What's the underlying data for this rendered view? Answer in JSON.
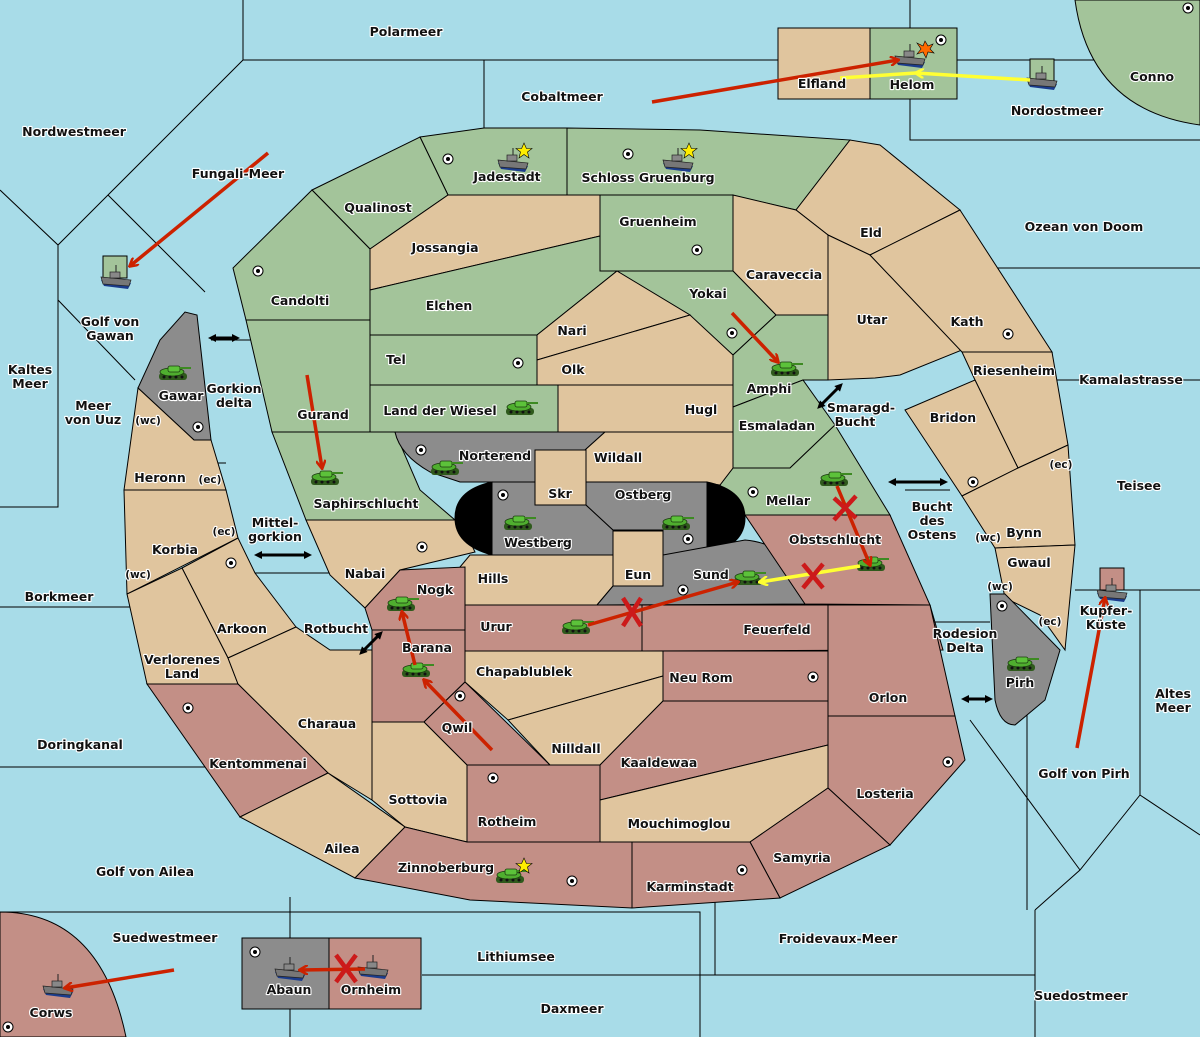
{
  "map": {
    "colors": {
      "sea": "#a8dce8",
      "green_power": "#a3c49a",
      "neutral": "#e0c59e",
      "red_power": "#c38f86",
      "grey_power": "#8c8c8c",
      "move_order": "#cc2200",
      "support_order": "#ffff33",
      "failed_order": "#cc2200",
      "supply_center_star": "#ffee00"
    },
    "sea_labels": [
      {
        "id": "polarmeer",
        "text": "Polarmeer"
      },
      {
        "id": "cobaltmeer",
        "text": "Cobaltmeer"
      },
      {
        "id": "nordwestmeer",
        "text": "Nordwestmeer"
      },
      {
        "id": "fungali-meer",
        "text": "Fungali-Meer"
      },
      {
        "id": "nordostmeer",
        "text": "Nordostmeer"
      },
      {
        "id": "conno-label",
        "text": "Conno"
      },
      {
        "id": "ozean-von-doom",
        "text": "Ozean von Doom"
      },
      {
        "id": "golf-von-gawan-1",
        "text": "Golf von"
      },
      {
        "id": "golf-von-gawan-2",
        "text": "Gawan"
      },
      {
        "id": "kaltes-meer-1",
        "text": "Kaltes"
      },
      {
        "id": "kaltes-meer-2",
        "text": "Meer"
      },
      {
        "id": "meer-von-uuz-1",
        "text": "Meer"
      },
      {
        "id": "meer-von-uuz-2",
        "text": "von Uuz"
      },
      {
        "id": "gorkion-delta-1",
        "text": "Gorkion"
      },
      {
        "id": "gorkion-delta-2",
        "text": "delta"
      },
      {
        "id": "mittelgorkion-1",
        "text": "Mittel-"
      },
      {
        "id": "mittelgorkion-2",
        "text": "gorkion"
      },
      {
        "id": "borkmeer",
        "text": "Borkmeer"
      },
      {
        "id": "rotbucht",
        "text": "Rotbucht"
      },
      {
        "id": "doringkanal",
        "text": "Doringkanal"
      },
      {
        "id": "golf-von-ailea",
        "text": "Golf von Ailea"
      },
      {
        "id": "suedwestmeer",
        "text": "Suedwestmeer"
      },
      {
        "id": "lithiumsee",
        "text": "Lithiumsee"
      },
      {
        "id": "daxmeer",
        "text": "Daxmeer"
      },
      {
        "id": "froidevaux-meer",
        "text": "Froidevaux-Meer"
      },
      {
        "id": "suedostmeer",
        "text": "Suedostmeer"
      },
      {
        "id": "golf-von-pirh",
        "text": "Golf von Pirh"
      },
      {
        "id": "altes-meer-1",
        "text": "Altes"
      },
      {
        "id": "altes-meer-2",
        "text": "Meer"
      },
      {
        "id": "kupfer-kueste-1",
        "text": "Kupfer-"
      },
      {
        "id": "kupfer-kueste-2",
        "text": "Küste"
      },
      {
        "id": "teisee",
        "text": "Teisee"
      },
      {
        "id": "kamalastrasse",
        "text": "Kamalastrasse"
      },
      {
        "id": "smaragd-bucht-1",
        "text": "Smaragd-"
      },
      {
        "id": "smaragd-bucht-2",
        "text": "Bucht"
      },
      {
        "id": "bucht-des-ostens-1",
        "text": "Bucht"
      },
      {
        "id": "bucht-des-ostens-2",
        "text": "des"
      },
      {
        "id": "bucht-des-ostens-3",
        "text": "Ostens"
      },
      {
        "id": "rodesion-delta-1",
        "text": "Rodesion"
      },
      {
        "id": "rodesion-delta-2",
        "text": "Delta"
      }
    ],
    "land_labels": [
      {
        "id": "elfland",
        "text": "Elfland"
      },
      {
        "id": "helom",
        "text": "Helom"
      },
      {
        "id": "jadestadt",
        "text": "Jadestadt"
      },
      {
        "id": "schloss-gruenburg",
        "text": "Schloss Gruenburg"
      },
      {
        "id": "qualinost",
        "text": "Qualinost"
      },
      {
        "id": "jossangia",
        "text": "Jossangia"
      },
      {
        "id": "gruenheim",
        "text": "Gruenheim"
      },
      {
        "id": "eld",
        "text": "Eld"
      },
      {
        "id": "caraveccia",
        "text": "Caraveccia"
      },
      {
        "id": "candolti",
        "text": "Candolti"
      },
      {
        "id": "elchen",
        "text": "Elchen"
      },
      {
        "id": "yokai",
        "text": "Yokai"
      },
      {
        "id": "nari",
        "text": "Nari"
      },
      {
        "id": "utar",
        "text": "Utar"
      },
      {
        "id": "kath",
        "text": "Kath"
      },
      {
        "id": "tel",
        "text": "Tel"
      },
      {
        "id": "olk",
        "text": "Olk"
      },
      {
        "id": "amphi",
        "text": "Amphi"
      },
      {
        "id": "riesenheim",
        "text": "Riesenheim"
      },
      {
        "id": "gawar",
        "text": "Gawar"
      },
      {
        "id": "gurand",
        "text": "Gurand"
      },
      {
        "id": "land-der-wiesel",
        "text": "Land der Wiesel"
      },
      {
        "id": "hugl",
        "text": "Hugl"
      },
      {
        "id": "bridon",
        "text": "Bridon"
      },
      {
        "id": "esmaladan",
        "text": "Esmaladan"
      },
      {
        "id": "norterend",
        "text": "Norterend"
      },
      {
        "id": "wildall",
        "text": "Wildall"
      },
      {
        "id": "heronn",
        "text": "Heronn"
      },
      {
        "id": "saphirschlucht",
        "text": "Saphirschlucht"
      },
      {
        "id": "skr",
        "text": "Skr"
      },
      {
        "id": "ostberg",
        "text": "Ostberg"
      },
      {
        "id": "mellar",
        "text": "Mellar"
      },
      {
        "id": "westberg",
        "text": "Westberg"
      },
      {
        "id": "obstschlucht",
        "text": "Obstschlucht"
      },
      {
        "id": "bynn",
        "text": "Bynn"
      },
      {
        "id": "korbia",
        "text": "Korbia"
      },
      {
        "id": "nabai",
        "text": "Nabai"
      },
      {
        "id": "hills",
        "text": "Hills"
      },
      {
        "id": "eun",
        "text": "Eun"
      },
      {
        "id": "sund",
        "text": "Sund"
      },
      {
        "id": "gwaul",
        "text": "Gwaul"
      },
      {
        "id": "nogk",
        "text": "Nogk"
      },
      {
        "id": "arkoon",
        "text": "Arkoon"
      },
      {
        "id": "urur",
        "text": "Urur"
      },
      {
        "id": "feuerfeld",
        "text": "Feuerfeld"
      },
      {
        "id": "barana",
        "text": "Barana"
      },
      {
        "id": "verlorenes-land-1",
        "text": "Verlorenes"
      },
      {
        "id": "verlorenes-land-2",
        "text": "Land"
      },
      {
        "id": "chapablublek",
        "text": "Chapablublek"
      },
      {
        "id": "neu-rom",
        "text": "Neu Rom"
      },
      {
        "id": "pirh",
        "text": "Pirh"
      },
      {
        "id": "orlon",
        "text": "Orlon"
      },
      {
        "id": "charaua",
        "text": "Charaua"
      },
      {
        "id": "qwil",
        "text": "Qwil"
      },
      {
        "id": "nilldall",
        "text": "Nilldall"
      },
      {
        "id": "kentommenai",
        "text": "Kentommenai"
      },
      {
        "id": "kaaldewaa",
        "text": "Kaaldewaa"
      },
      {
        "id": "losteria",
        "text": "Losteria"
      },
      {
        "id": "sottovia",
        "text": "Sottovia"
      },
      {
        "id": "rotheim",
        "text": "Rotheim"
      },
      {
        "id": "mouchimoglou",
        "text": "Mouchimoglou"
      },
      {
        "id": "ailea",
        "text": "Ailea"
      },
      {
        "id": "samyria",
        "text": "Samyria"
      },
      {
        "id": "zinnoberburg",
        "text": "Zinnoberburg"
      },
      {
        "id": "karminstadt",
        "text": "Karminstadt"
      },
      {
        "id": "abaun",
        "text": "Abaun"
      },
      {
        "id": "ornheim",
        "text": "Ornheim"
      },
      {
        "id": "corws",
        "text": "Corws"
      }
    ],
    "coast_labels": {
      "wc": "(wc)",
      "ec": "(ec)"
    },
    "units": [
      {
        "type": "fleet",
        "location": "Helom",
        "owner": "grey",
        "dislodged": true
      },
      {
        "type": "fleet",
        "location": "Nordostmeer",
        "owner": "green"
      },
      {
        "type": "fleet",
        "location": "Jadestadt",
        "owner": "green",
        "star": true
      },
      {
        "type": "fleet",
        "location": "Schloss Gruenburg",
        "owner": "green",
        "star": true
      },
      {
        "type": "fleet",
        "location": "Golf von Gawan",
        "owner": "green"
      },
      {
        "type": "army",
        "location": "Gawar",
        "owner": "grey"
      },
      {
        "type": "army",
        "location": "Saphirschlucht",
        "owner": "green"
      },
      {
        "type": "army",
        "location": "Land der Wiesel",
        "owner": "green"
      },
      {
        "type": "army",
        "location": "Norterend",
        "owner": "grey"
      },
      {
        "type": "army",
        "location": "Westberg",
        "owner": "grey"
      },
      {
        "type": "army",
        "location": "Ostberg",
        "owner": "grey"
      },
      {
        "type": "army",
        "location": "Amphi",
        "owner": "green"
      },
      {
        "type": "army",
        "location": "Mellar",
        "owner": "green"
      },
      {
        "type": "army",
        "location": "Obstschlucht",
        "owner": "green"
      },
      {
        "type": "army",
        "location": "Sund",
        "owner": "grey"
      },
      {
        "type": "army",
        "location": "Urur",
        "owner": "red"
      },
      {
        "type": "army",
        "location": "Nogk",
        "owner": "red"
      },
      {
        "type": "army",
        "location": "Barana",
        "owner": "red"
      },
      {
        "type": "army",
        "location": "Pirh",
        "owner": "grey"
      },
      {
        "type": "fleet",
        "location": "Kupfer-Küste",
        "owner": "red"
      },
      {
        "type": "army",
        "location": "Zinnoberburg",
        "owner": "red",
        "star": true
      },
      {
        "type": "fleet",
        "location": "Abaun",
        "owner": "grey"
      },
      {
        "type": "fleet",
        "location": "Ornheim",
        "owner": "red"
      },
      {
        "type": "fleet",
        "location": "Corws",
        "owner": "red"
      }
    ],
    "orders": [
      {
        "kind": "move",
        "from": "Cobaltmeer",
        "to": "Helom",
        "result": "success"
      },
      {
        "kind": "support",
        "from": "Nordostmeer",
        "to": "Helom",
        "result": "success"
      },
      {
        "kind": "move",
        "from": "Fungali-Meer",
        "to": "Golf von Gawan",
        "result": "success"
      },
      {
        "kind": "move",
        "from": "Gurand",
        "to": "Saphirschlucht",
        "result": "success"
      },
      {
        "kind": "move",
        "from": "Yokai",
        "to": "Amphi",
        "result": "success"
      },
      {
        "kind": "move",
        "from": "Mellar",
        "to": "Obstschlucht",
        "result": "failed"
      },
      {
        "kind": "support",
        "from": "Obstschlucht",
        "to": "Sund",
        "result": "failed"
      },
      {
        "kind": "move",
        "from": "Urur",
        "to": "Sund",
        "result": "failed"
      },
      {
        "kind": "move",
        "from": "Barana",
        "to": "Nogk",
        "result": "success"
      },
      {
        "kind": "move",
        "from": "Qwil",
        "to": "Barana",
        "result": "success"
      },
      {
        "kind": "move",
        "from": "Golf von Pirh",
        "to": "Kupfer-Küste",
        "result": "success"
      },
      {
        "kind": "move",
        "from": "Ornheim",
        "to": "Abaun",
        "result": "failed"
      },
      {
        "kind": "move",
        "from": "Suedwestmeer",
        "to": "Corws",
        "result": "success"
      }
    ],
    "icons": {
      "army": "tank-icon",
      "fleet": "ship-icon",
      "supply_center": "supply-center-icon",
      "star": "star-icon",
      "bidirectional": "double-arrow-icon",
      "failed": "x-mark-icon",
      "explosion": "explosion-icon"
    }
  }
}
